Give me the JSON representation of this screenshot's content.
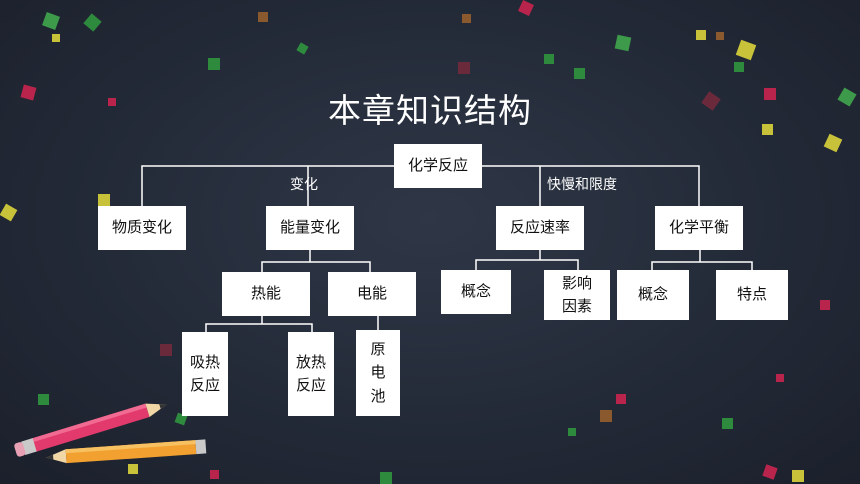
{
  "title": "本章知识结构",
  "root": "化学反应",
  "edge_labels": {
    "left": "变化",
    "right": "快慢和限度"
  },
  "level1": {
    "material_change": "物质变化",
    "energy_change": "能量变化",
    "reaction_rate": "反应速率",
    "chemical_equilibrium": "化学平衡"
  },
  "energy": {
    "heat_energy": "热能",
    "electric_energy": "电能",
    "heat_children": {
      "endothermic": "吸热\n反应",
      "exothermic": "放热\n反应"
    },
    "electric_children": {
      "cell": "原\n电\n池"
    }
  },
  "rate": {
    "concept": "概念",
    "factors": "影响\n因素"
  },
  "equilibrium": {
    "concept": "概念",
    "features": "特点"
  },
  "colors": {
    "background": "#252c3a",
    "box": "#ffffff",
    "line": "#ffffff",
    "confetti": [
      "#2e8b3e",
      "#c8c23a",
      "#b8244c",
      "#8a5a2e",
      "#3c9a4a"
    ]
  },
  "decorations": {
    "pencil_pink": "pencil-icon",
    "pencil_orange": "pencil-icon"
  }
}
